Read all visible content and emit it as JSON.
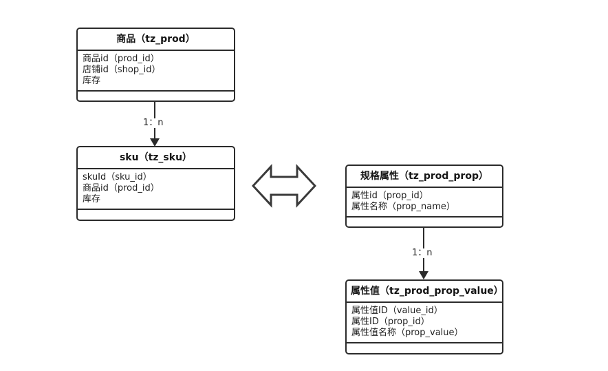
{
  "diagram": {
    "type": "er-diagram",
    "background_color": "#ffffff",
    "line_color": "#2b2b2b",
    "entities": [
      {
        "id": "tz_prod",
        "title": "商品（tz_prod）",
        "fields": [
          "商品id（prod_id）",
          "店铺id（shop_id）",
          "库存"
        ],
        "footer": ""
      },
      {
        "id": "tz_sku",
        "title": "sku（tz_sku）",
        "fields": [
          "skuId（sku_id）",
          "商品id（prod_id）",
          "库存"
        ],
        "footer": ""
      },
      {
        "id": "tz_prod_prop",
        "title": "规格属性（tz_prod_prop）",
        "fields": [
          "属性id（prop_id）",
          "属性名称（prop_name）"
        ],
        "footer": ""
      },
      {
        "id": "tz_prod_prop_value",
        "title": "属性值（tz_prod_prop_value）",
        "fields": [
          "属性值ID（value_id）",
          "属性ID（prop_id）",
          "属性值名称（prop_value）"
        ],
        "footer": ""
      }
    ],
    "relations": [
      {
        "id": "prod-to-sku",
        "from": "tz_prod",
        "to": "tz_sku",
        "label": "1：n",
        "arrow": "single-down"
      },
      {
        "id": "prop-to-prop-value",
        "from": "tz_prod_prop",
        "to": "tz_prod_prop_value",
        "label": "1：n",
        "arrow": "single-down"
      },
      {
        "id": "sku-to-prop",
        "from": "tz_sku",
        "to": "tz_prod_prop",
        "label": "",
        "arrow": "bidirectional"
      }
    ]
  }
}
